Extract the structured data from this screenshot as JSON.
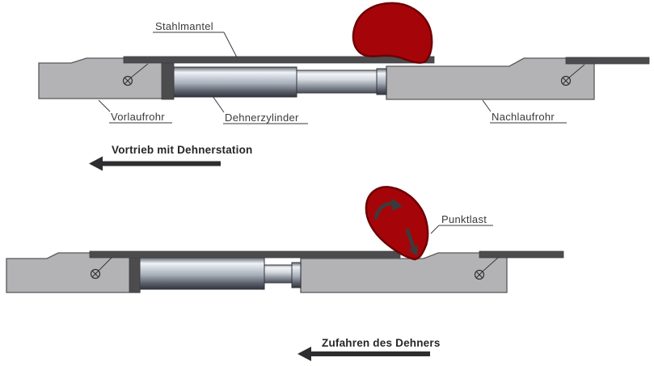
{
  "diagram_top": {
    "labels": {
      "stahlmantel": "Stahlmantel",
      "vorlaufrohr": "Vorlaufrohr",
      "dehnerzylinder": "Dehnerzylinder",
      "nachlaufrohr": "Nachlaufrohr"
    },
    "caption": "Vortrieb mit Dehnerstation"
  },
  "diagram_bottom": {
    "labels": {
      "punktlast": "Punktlast"
    },
    "caption": "Zufahren des Dehners"
  },
  "icons": {
    "screw_marker": "circled-x-position-marker",
    "direction_arrow": "left-direction-arrow",
    "rotation_arrow": "curved-clockwise-rotation-arrow",
    "load_arrow": "point-load-down-arrow"
  },
  "colors": {
    "pipe_fill": "#b3b3b5",
    "jacket_fill": "#4c4c4e",
    "blob_fill": "#a50509",
    "blob_stroke": "#6e0005",
    "label_color": "#3a3a3a",
    "caption_color": "#262626",
    "arrow_color": "#2e2e30"
  }
}
